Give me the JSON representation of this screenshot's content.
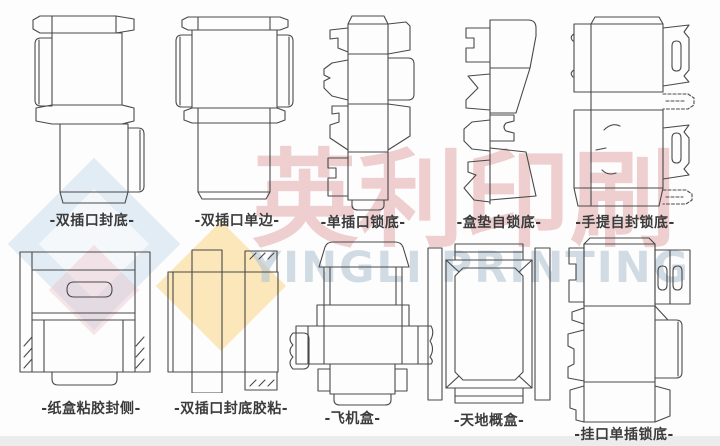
{
  "page": {
    "type": "packaging-box-dieline-reference-sheet",
    "background": "#fdfdfd",
    "line_color": "#494949",
    "label_color": "#3b3b3b"
  },
  "watermark": {
    "cn_text": "英利印刷",
    "en_text": "YINGLI PRINTING",
    "cn_color": "#cd6464",
    "en_color": "#b2c5d3",
    "logo_blue": "#94badd",
    "logo_yellow": "#f7c75d"
  },
  "figures": [
    {
      "id": "double-tuck-sealed-bottom",
      "label": "-双插口封底-"
    },
    {
      "id": "double-tuck-single-side",
      "label": "-双插口单边-"
    },
    {
      "id": "single-tuck-lock-bottom",
      "label": "-单插口锁底-"
    },
    {
      "id": "box-pad-auto-lock-bottom",
      "label": "-盒垫自锁底-"
    },
    {
      "id": "handle-self-seal-lock-bottom",
      "label": "-手提自封锁底-"
    },
    {
      "id": "glued-side-sealed-carton",
      "label": "-纸盒粘胶封侧-"
    },
    {
      "id": "double-tuck-sealed-bottom-glued",
      "label": "-双插口封底胶粘-"
    },
    {
      "id": "airplane-mailer-box",
      "label": "-飞机盒-"
    },
    {
      "id": "heaven-earth-lid-box",
      "label": "-天地概盒-"
    },
    {
      "id": "hang-tab-single-tuck-lock-bottom",
      "label": "-挂口单插锁底-"
    }
  ]
}
